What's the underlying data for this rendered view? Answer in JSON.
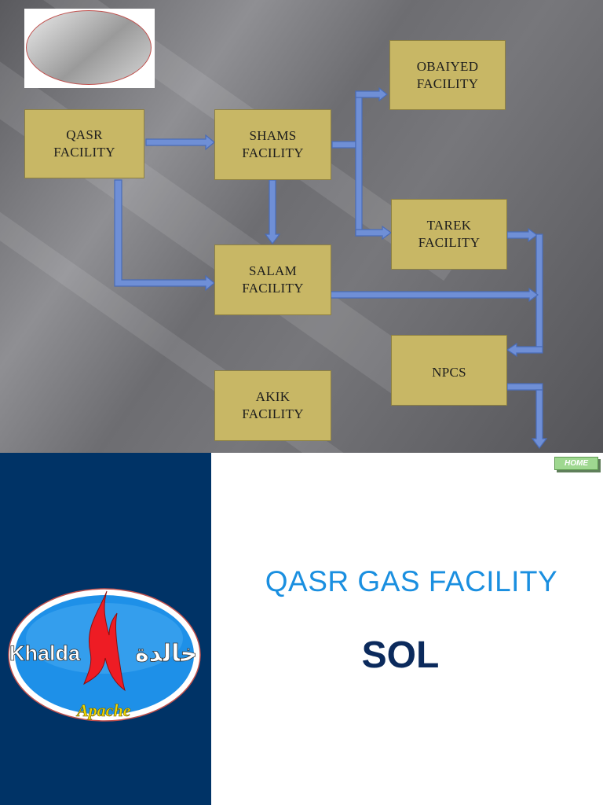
{
  "diagram": {
    "nodes": [
      {
        "id": "qasr",
        "label": "QASR\nFACILITY"
      },
      {
        "id": "shams",
        "label": "SHAMS\nFACILITY"
      },
      {
        "id": "obaiyed",
        "label": "OBAIYED\nFACILITY"
      },
      {
        "id": "tarek",
        "label": "TAREK\nFACILITY"
      },
      {
        "id": "salam",
        "label": "SALAM\nFACILITY"
      },
      {
        "id": "npcs",
        "label": "NPCS"
      },
      {
        "id": "akik",
        "label": "AKIK\nFACILITY"
      }
    ],
    "edges": [
      {
        "from": "qasr",
        "to": "shams"
      },
      {
        "from": "qasr",
        "to": "salam"
      },
      {
        "from": "shams",
        "to": "salam"
      },
      {
        "from": "shams",
        "to": "obaiyed"
      },
      {
        "from": "shams",
        "to": "tarek"
      },
      {
        "from": "tarek",
        "to": "npcs"
      },
      {
        "from": "salam",
        "to": "npcs"
      }
    ],
    "colors": {
      "box_fill": "#c8b765",
      "box_border": "#8e8142",
      "arrow_fill": "#6f8fd6",
      "arrow_stroke": "#4a6cb7"
    }
  },
  "slide2": {
    "home_label": "HOME",
    "title": "QASR GAS FACILITY",
    "subtitle": "SOL",
    "logo": {
      "text_left": "Khalda",
      "text_right": "خالدة",
      "text_bottom": "Apache"
    },
    "colors": {
      "panel": "#003366",
      "title": "#1a8fe0",
      "subtitle": "#0b2a5c"
    }
  }
}
